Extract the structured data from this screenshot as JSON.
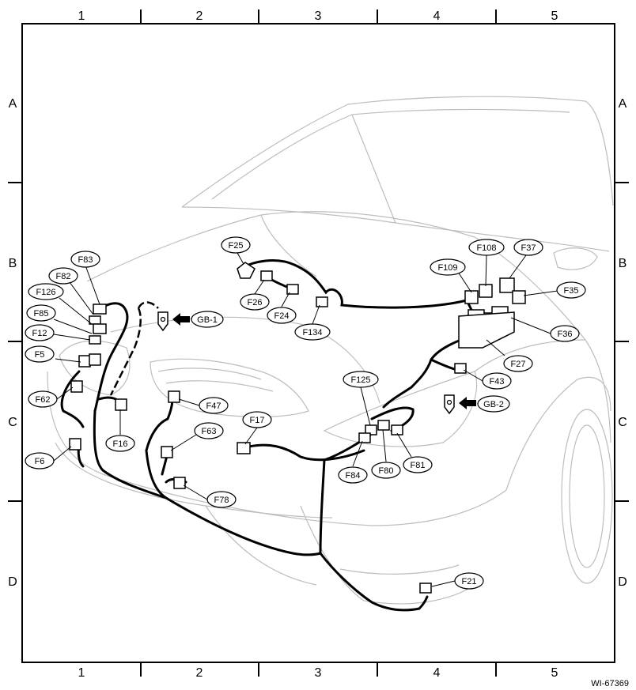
{
  "grid": {
    "columns": [
      "1",
      "2",
      "3",
      "4",
      "5"
    ],
    "rows": [
      "A",
      "B",
      "C",
      "D"
    ]
  },
  "drawing_id": "WI-67369",
  "connectors": [
    {
      "id": "F83",
      "label": "F83"
    },
    {
      "id": "F82",
      "label": "F82"
    },
    {
      "id": "F126",
      "label": "F126"
    },
    {
      "id": "F85",
      "label": "F85"
    },
    {
      "id": "F12",
      "label": "F12"
    },
    {
      "id": "F5",
      "label": "F5"
    },
    {
      "id": "F62",
      "label": "F62"
    },
    {
      "id": "F6",
      "label": "F6"
    },
    {
      "id": "F16",
      "label": "F16"
    },
    {
      "id": "F47",
      "label": "F47"
    },
    {
      "id": "F63",
      "label": "F63"
    },
    {
      "id": "F78",
      "label": "F78"
    },
    {
      "id": "F25",
      "label": "F25"
    },
    {
      "id": "F26",
      "label": "F26"
    },
    {
      "id": "F24",
      "label": "F24"
    },
    {
      "id": "F134",
      "label": "F134"
    },
    {
      "id": "F17",
      "label": "F17"
    },
    {
      "id": "F125",
      "label": "F125"
    },
    {
      "id": "F84",
      "label": "F84"
    },
    {
      "id": "F80",
      "label": "F80"
    },
    {
      "id": "F81",
      "label": "F81"
    },
    {
      "id": "F109",
      "label": "F109"
    },
    {
      "id": "F108",
      "label": "F108"
    },
    {
      "id": "F37",
      "label": "F37"
    },
    {
      "id": "F35",
      "label": "F35"
    },
    {
      "id": "F36",
      "label": "F36"
    },
    {
      "id": "F27",
      "label": "F27"
    },
    {
      "id": "F43",
      "label": "F43"
    },
    {
      "id": "F21",
      "label": "F21"
    }
  ],
  "grounds": [
    {
      "id": "GB-1",
      "label": "GB-1"
    },
    {
      "id": "GB-2",
      "label": "GB-2"
    }
  ]
}
